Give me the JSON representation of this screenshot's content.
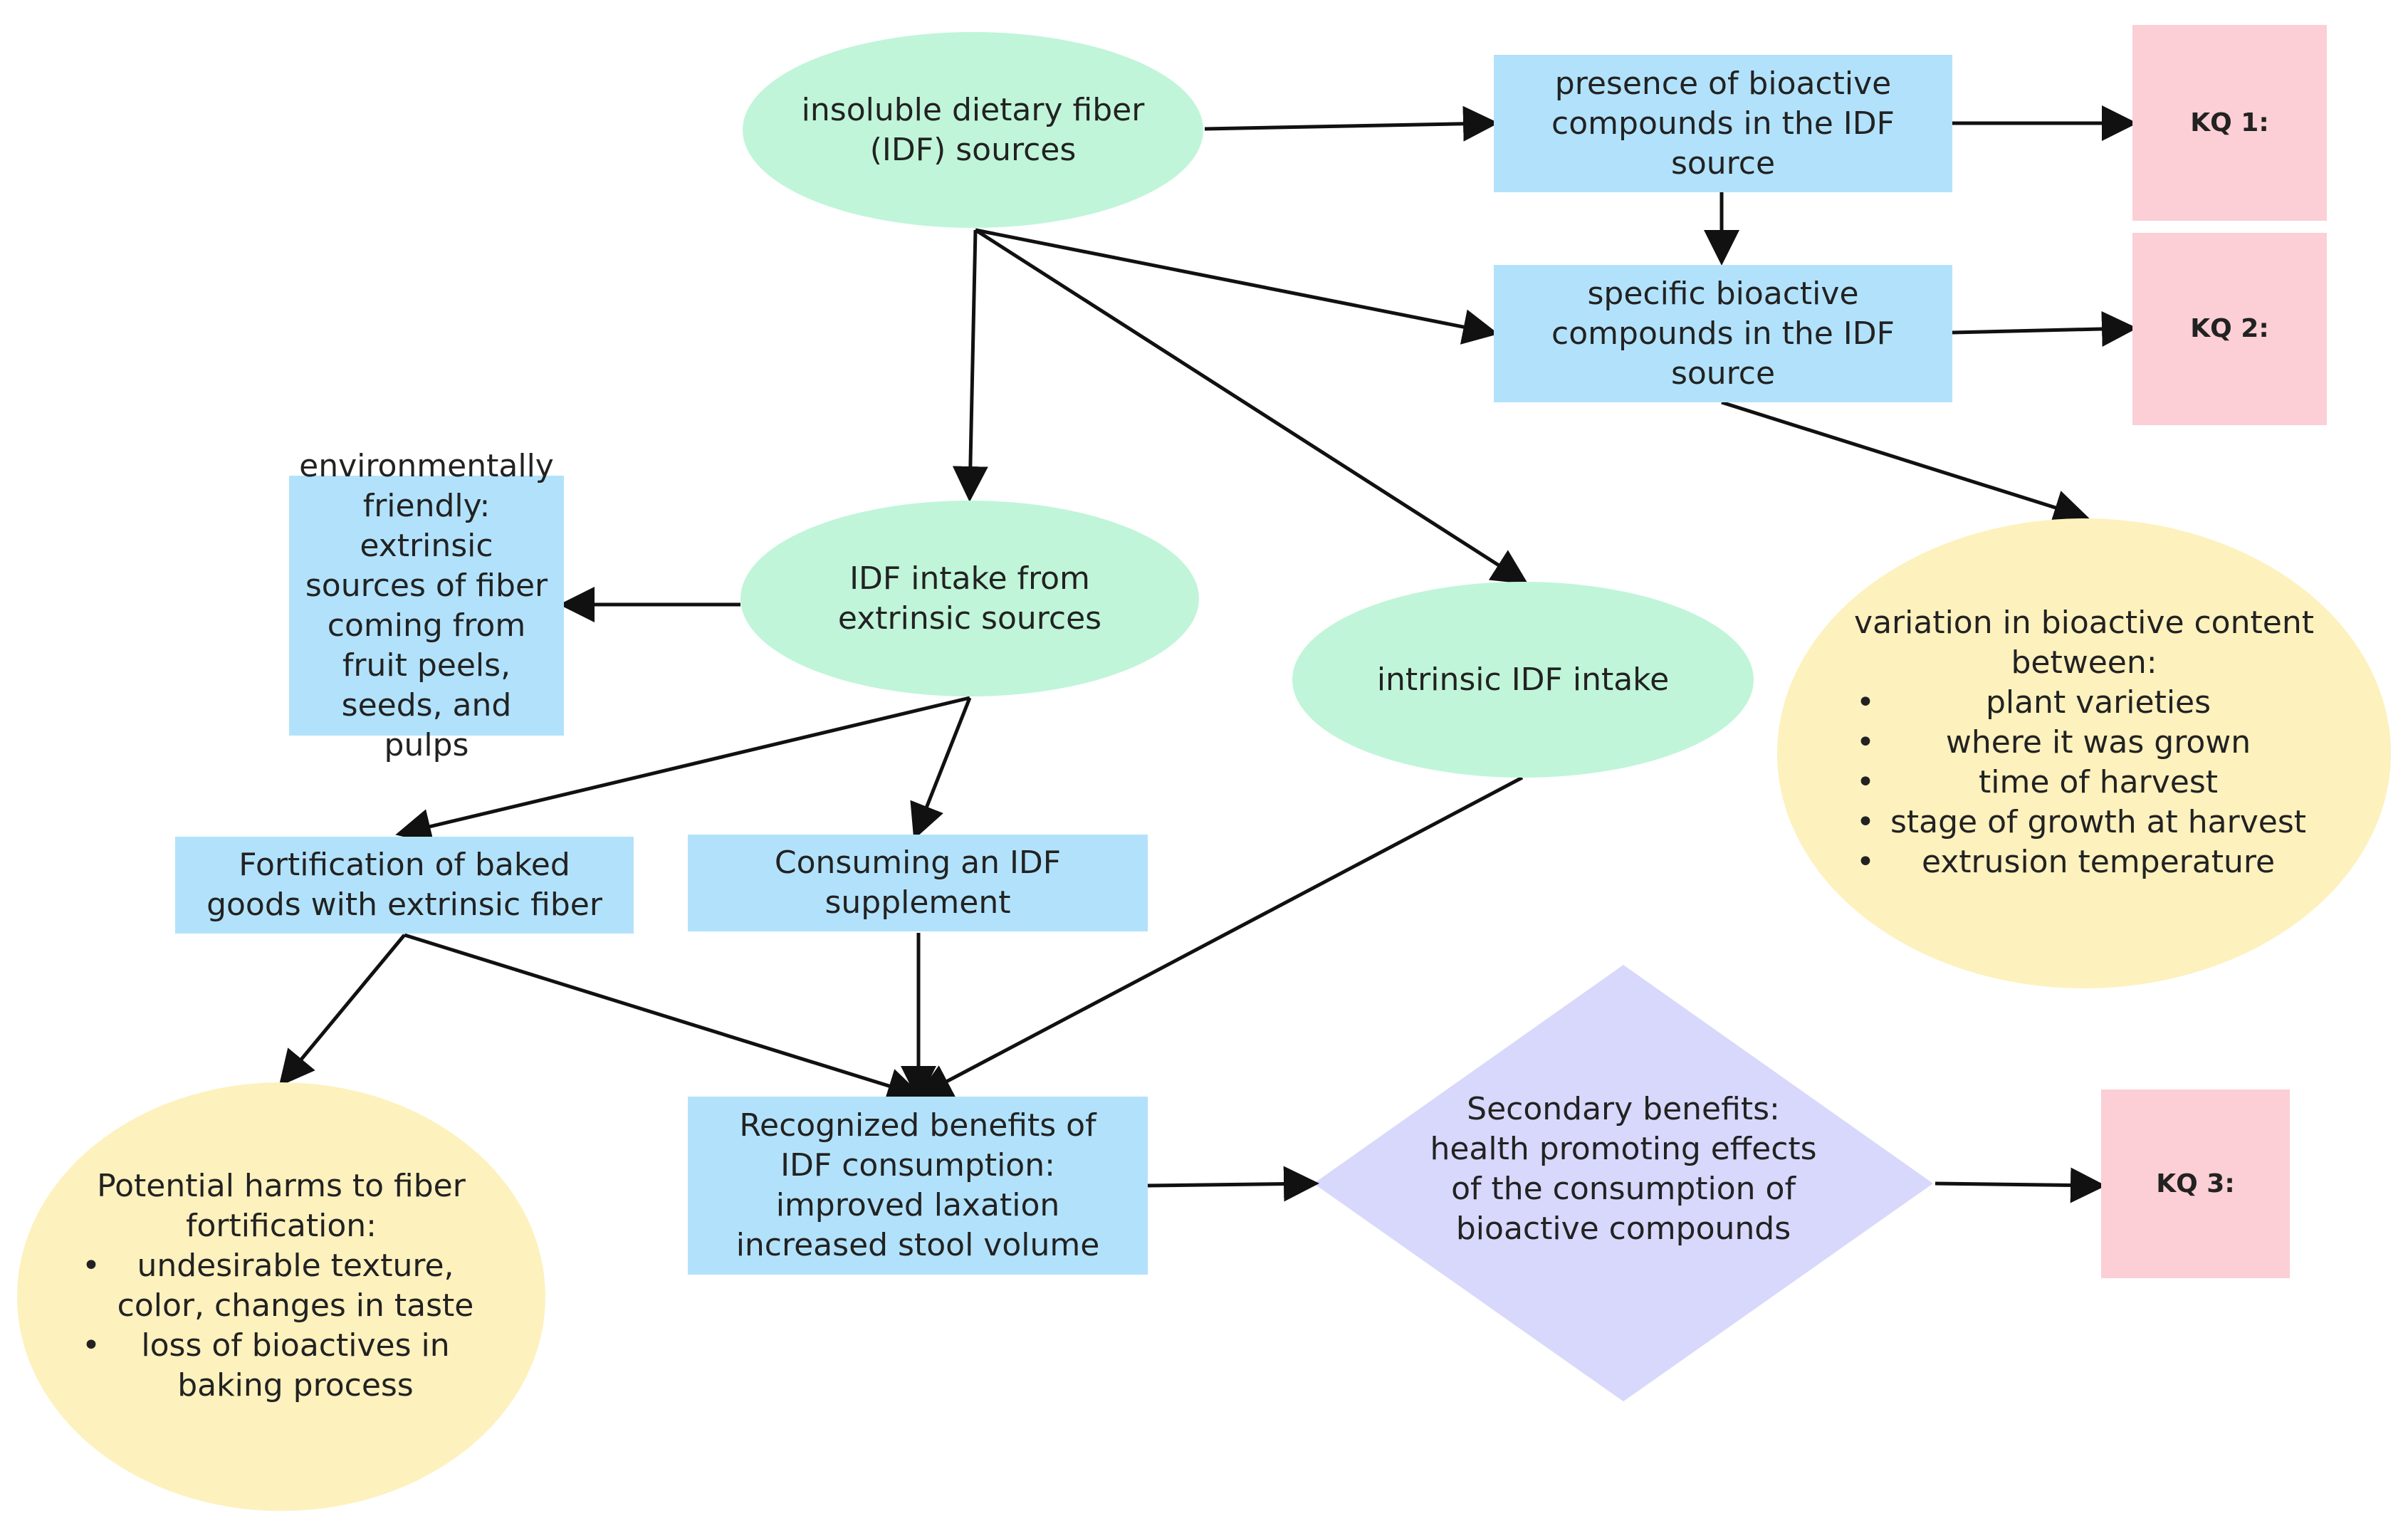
{
  "nodes": {
    "idf_sources": "insoluble dietary fiber (IDF) sources",
    "presence": "presence of bioactive compounds in the IDF source",
    "kq1": "KQ 1:",
    "specific": "specific bioactive compounds in the IDF source",
    "kq2": "KQ 2:",
    "env_friendly": "environmentally friendly: extrinsic sources of fiber coming from fruit peels, seeds, and pulps",
    "extrinsic_intake": "IDF intake from extrinsic sources",
    "intrinsic_intake": "intrinsic IDF intake",
    "variation": {
      "heading": "variation in bioactive content between:",
      "items": [
        "plant varieties",
        "where it was grown",
        "time of harvest",
        "stage of growth at harvest",
        "extrusion temperature"
      ]
    },
    "fortification": "Fortification of baked goods with extrinsic fiber",
    "supplement": "Consuming an IDF supplement",
    "harms": {
      "heading": "Potential harms to fiber fortification:",
      "items": [
        "undesirable texture, color, changes in taste",
        "loss of bioactives in baking process"
      ]
    },
    "recognized": {
      "line1": "Recognized benefits of  IDF consumption:",
      "line2": "improved laxation",
      "line3": "increased stool volume"
    },
    "secondary": "Secondary benefits: health promoting  effects of the consumption of  bioactive compounds",
    "kq3": "KQ 3:"
  },
  "colors": {
    "box_blue": "#b2e2fb",
    "ellipse_green": "#c0f5d9",
    "ellipse_yellow": "#fdf1bd",
    "kq_pink": "#fbcfd5",
    "diamond_lavender": "#d7d8fb",
    "arrow": "#111111"
  }
}
